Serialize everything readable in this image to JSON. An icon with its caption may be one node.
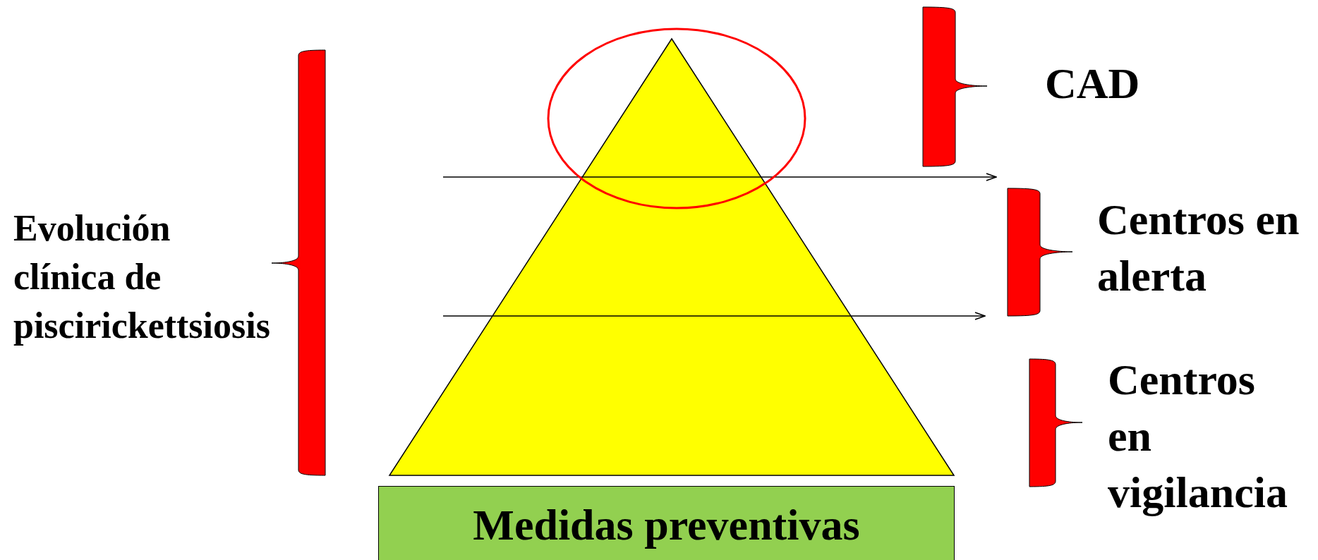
{
  "diagram": {
    "nodes": [
      {
        "text": [
          "Medidas preventivas"
        ]
      },
      {
        "text": [],
        "shape": "brace"
      },
      {
        "text": [],
        "shape": "brace"
      },
      {
        "text": [],
        "shape": "brace"
      },
      {
        "text": [],
        "shape": "brace"
      }
    ],
    "labels": [
      "CAD",
      "Evolución clínica de piscirickettsiosis",
      "Centros en alerta",
      "Centros en vigilancia"
    ]
  }
}
